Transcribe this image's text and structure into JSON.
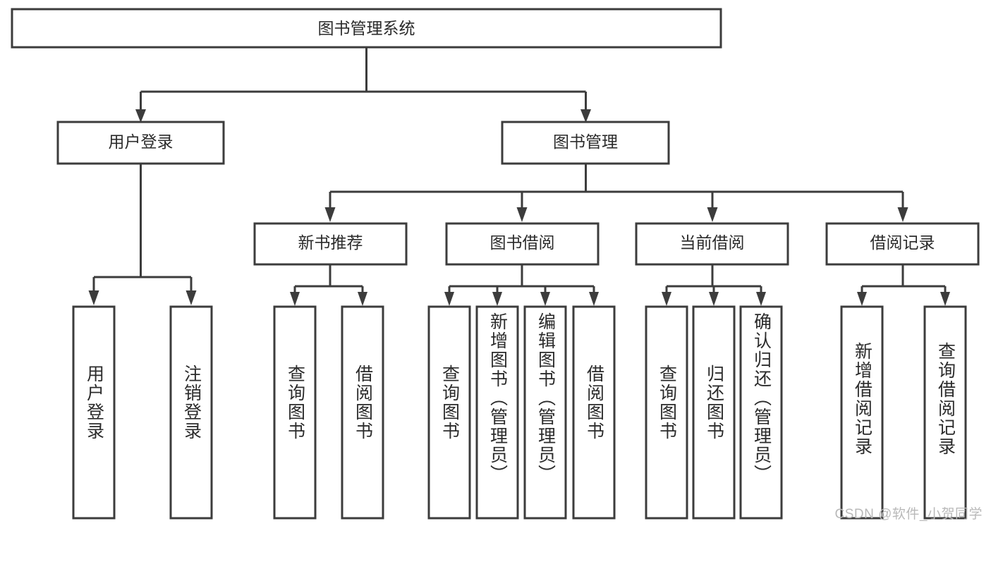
{
  "diagram": {
    "type": "tree-hierarchy",
    "title": "图书管理系统",
    "watermark": "CSDN @软件_小贺同学",
    "colors": {
      "stroke": "#3c3c3c",
      "box_fill": "#ffffff",
      "text": "#2b2b2b",
      "background": "#ffffff",
      "watermark": "#b9b9b9"
    },
    "root": {
      "label": "图书管理系统",
      "orientation": "horizontal"
    },
    "level2": [
      {
        "id": "user-login",
        "label": "用户登录",
        "orientation": "horizontal"
      },
      {
        "id": "book-manage",
        "label": "图书管理",
        "orientation": "horizontal"
      }
    ],
    "level3": [
      {
        "id": "new-book-recommend",
        "label": "新书推荐",
        "orientation": "horizontal",
        "parent": "book-manage"
      },
      {
        "id": "book-borrow",
        "label": "图书借阅",
        "orientation": "horizontal",
        "parent": "book-manage"
      },
      {
        "id": "current-borrow",
        "label": "当前借阅",
        "orientation": "horizontal",
        "parent": "book-manage"
      },
      {
        "id": "borrow-record",
        "label": "借阅记录",
        "orientation": "horizontal",
        "parent": "book-manage"
      }
    ],
    "leaves": [
      {
        "id": "leaf-user-login",
        "label": "用户登录",
        "parent": "user-login",
        "orientation": "vertical"
      },
      {
        "id": "leaf-user-logout",
        "label": "注销登录",
        "parent": "user-login",
        "orientation": "vertical"
      },
      {
        "id": "leaf-query-book-1",
        "label": "查询图书",
        "parent": "new-book-recommend",
        "orientation": "vertical"
      },
      {
        "id": "leaf-borrow-book-1",
        "label": "借阅图书",
        "parent": "new-book-recommend",
        "orientation": "vertical"
      },
      {
        "id": "leaf-query-book-2",
        "label": "查询图书",
        "parent": "book-borrow",
        "orientation": "vertical"
      },
      {
        "id": "leaf-add-book",
        "label": "新增图书（管理员）",
        "parent": "book-borrow",
        "orientation": "vertical"
      },
      {
        "id": "leaf-edit-book",
        "label": "编辑图书（管理员）",
        "parent": "book-borrow",
        "orientation": "vertical"
      },
      {
        "id": "leaf-borrow-book-2",
        "label": "借阅图书",
        "parent": "book-borrow",
        "orientation": "vertical"
      },
      {
        "id": "leaf-query-book-3",
        "label": "查询图书",
        "parent": "current-borrow",
        "orientation": "vertical"
      },
      {
        "id": "leaf-return-book",
        "label": "归还图书",
        "parent": "current-borrow",
        "orientation": "vertical"
      },
      {
        "id": "leaf-confirm-return",
        "label": "确认归还（管理员）",
        "parent": "current-borrow",
        "orientation": "vertical"
      },
      {
        "id": "leaf-add-record",
        "label": "新增借阅记录",
        "parent": "borrow-record",
        "orientation": "vertical"
      },
      {
        "id": "leaf-query-record",
        "label": "查询借阅记录",
        "parent": "borrow-record",
        "orientation": "vertical"
      }
    ]
  }
}
